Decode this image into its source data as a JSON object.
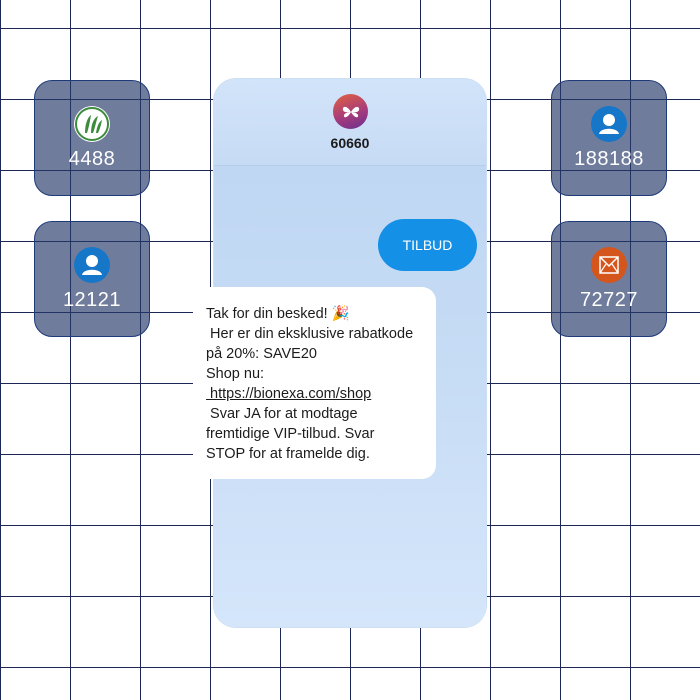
{
  "contacts": [
    {
      "number": "4488",
      "icon": "leaf-logo-icon",
      "color": "#3d8b3d"
    },
    {
      "number": "12121",
      "icon": "user-avatar-icon",
      "color": "#1677c9"
    },
    {
      "number": "188188",
      "icon": "user-avatar-icon",
      "color": "#1677c9"
    },
    {
      "number": "72727",
      "icon": "envelope-logo-icon",
      "color": "#d4561d"
    }
  ],
  "conversation": {
    "sender": "60660",
    "logo_icon": "butterfly-logo-icon",
    "outgoing": "TILBUD",
    "incoming": {
      "line1": "Tak for din besked! 🎉",
      "line2": " Her er din eksklusive rabatkode",
      "line3": "på 20%: SAVE20",
      "line4": "Shop nu:",
      "link": " https://bionexa.com/shop",
      "line5": " Svar JA for at modtage",
      "line6": "fremtidige VIP-tilbud. Svar",
      "line7": "STOP for at framelde dig."
    }
  },
  "colors": {
    "grid": "#1d2756",
    "bubble_out": "#1490e6",
    "tile": "#263869"
  }
}
